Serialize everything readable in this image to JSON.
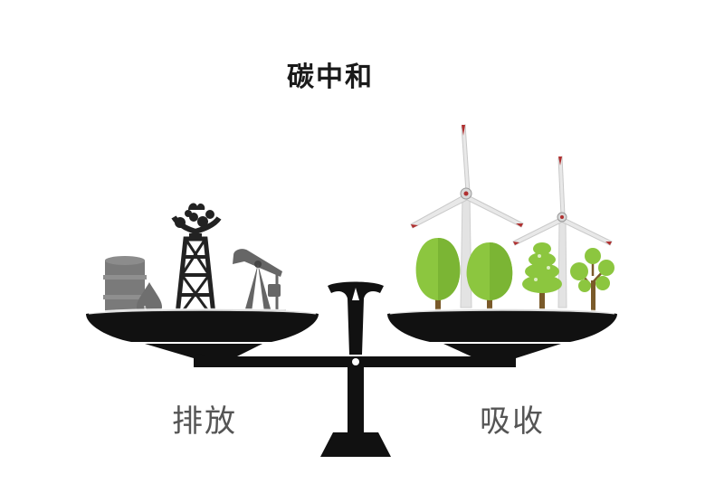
{
  "title": "碳中和",
  "labels": {
    "left": "排放",
    "right": "吸收"
  },
  "colors": {
    "scale": "#111111",
    "emission_gray": "#7a7a7a",
    "tree_green": "#8cc63f",
    "tree_trunk": "#7a5a2a",
    "turbine": "#e6e6e6",
    "turbine_accent": "#c0392b",
    "text": "#555555"
  },
  "icons": {
    "left_pan": [
      "oil-barrel-icon",
      "oil-drop-icon",
      "oil-derrick-icon",
      "pumpjack-icon"
    ],
    "right_pan": [
      "wind-turbine-icon",
      "wind-turbine-icon",
      "tree-icon",
      "tree-icon",
      "pine-tree-icon",
      "small-tree-icon"
    ]
  }
}
